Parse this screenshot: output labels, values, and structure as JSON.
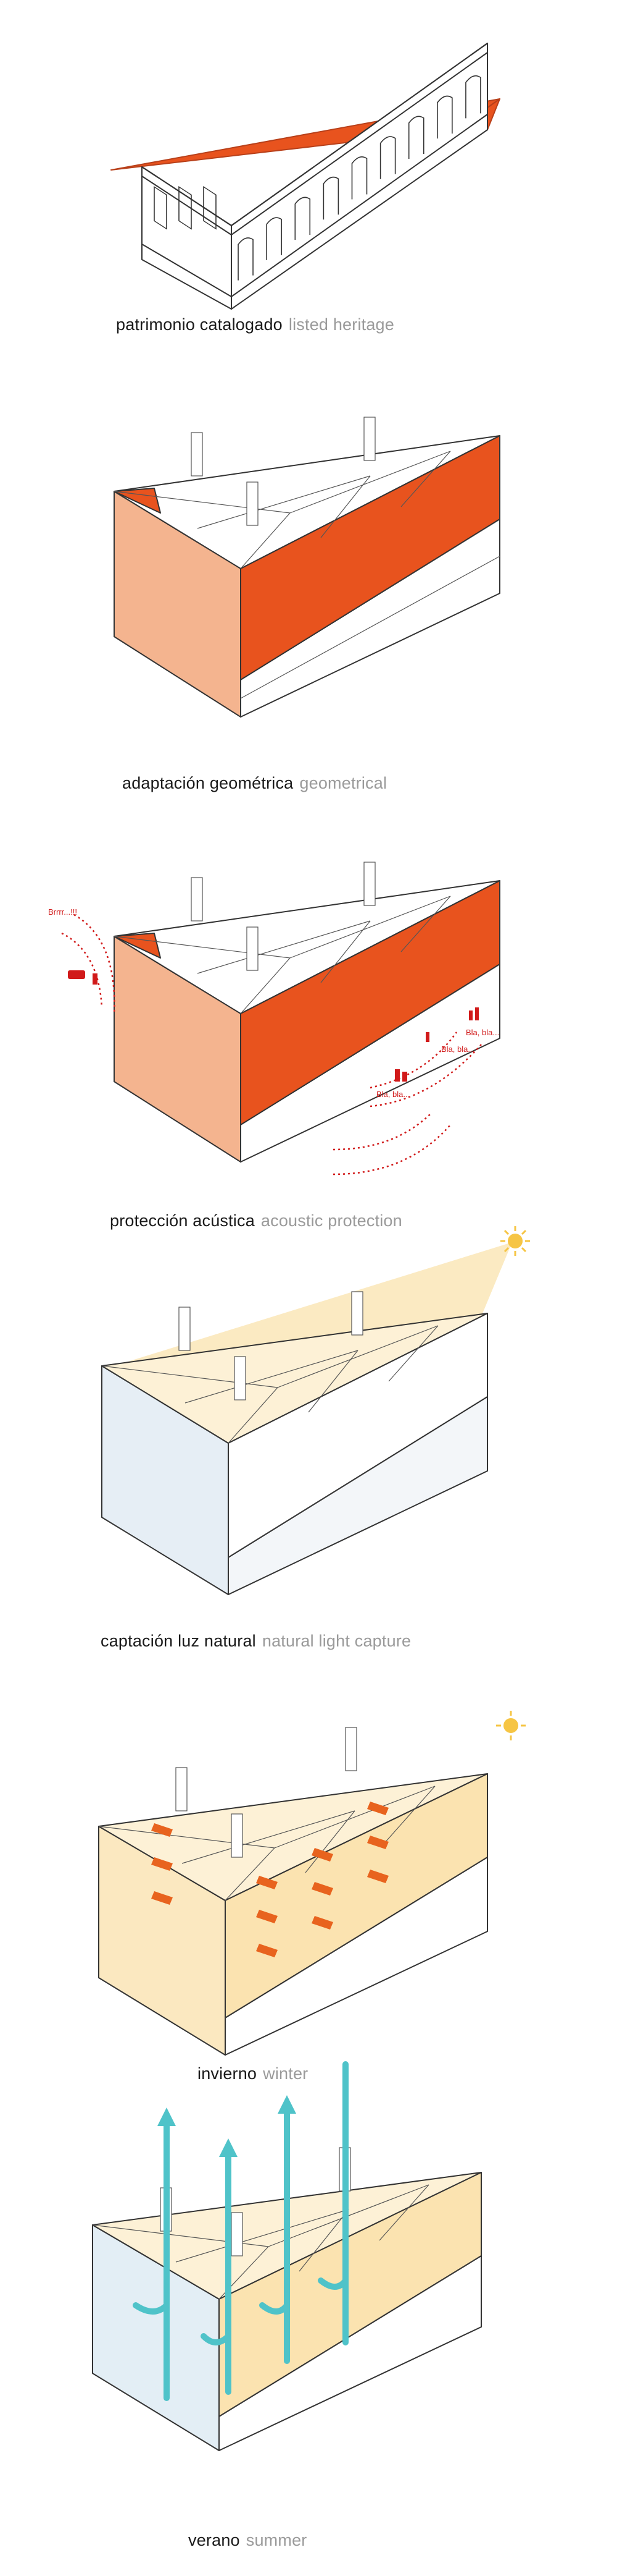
{
  "panels": [
    {
      "id": "p1",
      "es": "patrimonio catalogado",
      "en": "listed heritage"
    },
    {
      "id": "p2",
      "es": "adaptación geométrica",
      "en": "geometrical"
    },
    {
      "id": "p3",
      "es": "protección acústica",
      "en": "acoustic protection",
      "noise": [
        "Brrrr...!!!",
        "Bla, bla...",
        "Bla, bla...",
        "Bla, bla..."
      ]
    },
    {
      "id": "p4",
      "es": "captación luz natural",
      "en": "natural light capture"
    },
    {
      "id": "p5",
      "es": "invierno",
      "en": "winter"
    },
    {
      "id": "p6",
      "es": "verano",
      "en": "summer"
    }
  ],
  "colors": {
    "orange": "#e8531e",
    "peach": "#f4b48f",
    "noise_red": "#d11a1a",
    "sun_yellow": "#f6c544",
    "light_yellow": "#f9dc9a",
    "air_blue": "#4fc3c9",
    "line": "#333333"
  }
}
